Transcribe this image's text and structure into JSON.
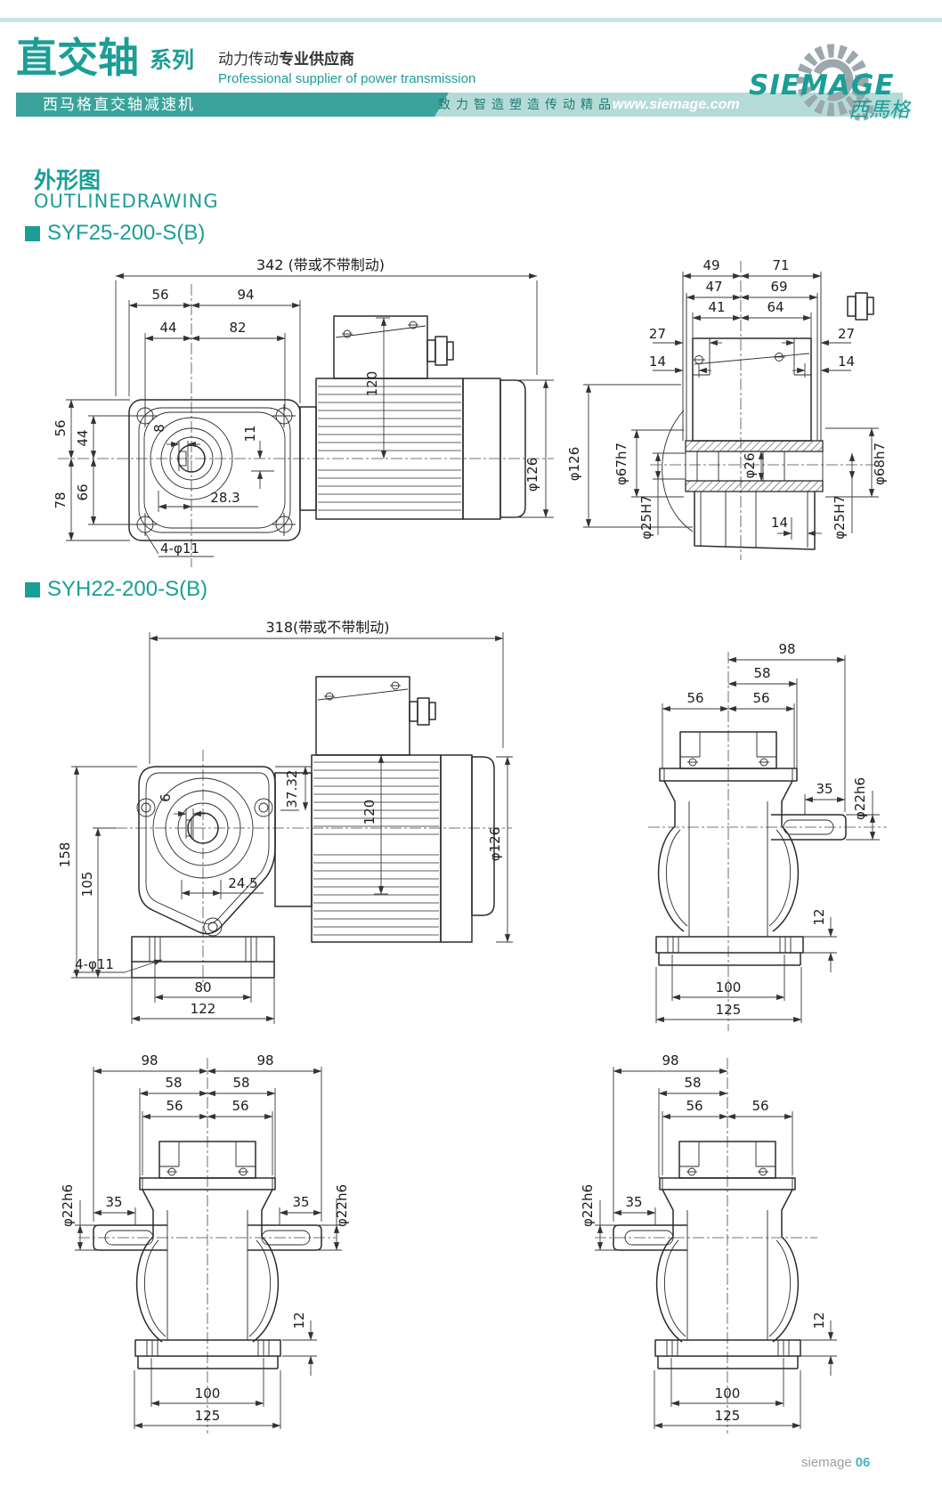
{
  "header": {
    "series_title": "直交轴",
    "series_sub": "系列",
    "slogan_cn_normal": "动力传动",
    "slogan_cn_bold": "专业供应商",
    "slogan_en": "Professional supplier of power transmission",
    "band_left": "西马格直交轴减速机",
    "band_mid": "致力智造塑造传动精品",
    "band_url": "www.siemage.com",
    "logo_name": "SIEMAGE",
    "logo_cn": "西馬格",
    "teal": "#1b9e96"
  },
  "section": {
    "title_cn": "外形图",
    "title_en": "OUTLINEDRAWING"
  },
  "models": {
    "m1": "SYF25-200-S(B)",
    "m2": "SYH22-200-S(B)"
  },
  "d1": {
    "total": "342 (带或不带制动)",
    "a56": "56",
    "a94": "94",
    "a44": "44",
    "a82": "82",
    "l56": "56",
    "l78": "78",
    "l44": "44",
    "l66": "66",
    "k8": "8",
    "k11": "11",
    "c283": "28.3",
    "m120": "120",
    "d126": "φ126",
    "holes": "4-φ11"
  },
  "d2": {
    "a49": "49",
    "a71": "71",
    "a47": "47",
    "a69": "69",
    "a41": "41",
    "a64": "64",
    "l27": "27",
    "l14": "14",
    "r27": "27",
    "r14": "14",
    "d126": "φ126",
    "d67": "φ67h7",
    "d25l": "φ25H7",
    "d26": "φ26",
    "w14": "14",
    "d68": "φ68h7",
    "d25r": "φ25H7"
  },
  "d3": {
    "total": "318(带或不带制动)",
    "v158": "158",
    "v105": "105",
    "k6": "6",
    "c245": "24.5",
    "v37": "37.32",
    "m120": "120",
    "d126": "φ126",
    "holes": "4-φ11",
    "b80": "80",
    "b122": "122"
  },
  "d4": {
    "a98": "98",
    "a58": "58",
    "a56l": "56",
    "a56r": "56",
    "s35": "35",
    "d22": "φ22h6",
    "f12": "12",
    "b100": "100",
    "b125": "125"
  },
  "d5": {
    "a98l": "98",
    "a98r": "98",
    "a58l": "58",
    "a58r": "58",
    "a56l": "56",
    "a56r": "56",
    "d22l": "φ22h6",
    "s35l": "35",
    "s35r": "35",
    "d22r": "φ22h6",
    "f12": "12",
    "b100": "100",
    "b125": "125"
  },
  "d6": {
    "a98": "98",
    "a58": "58",
    "a56l": "56",
    "a56r": "56",
    "d22": "φ22h6",
    "s35": "35",
    "f12": "12",
    "b100": "100",
    "b125": "125"
  },
  "footer": {
    "brand": "siemage",
    "page": "06"
  }
}
